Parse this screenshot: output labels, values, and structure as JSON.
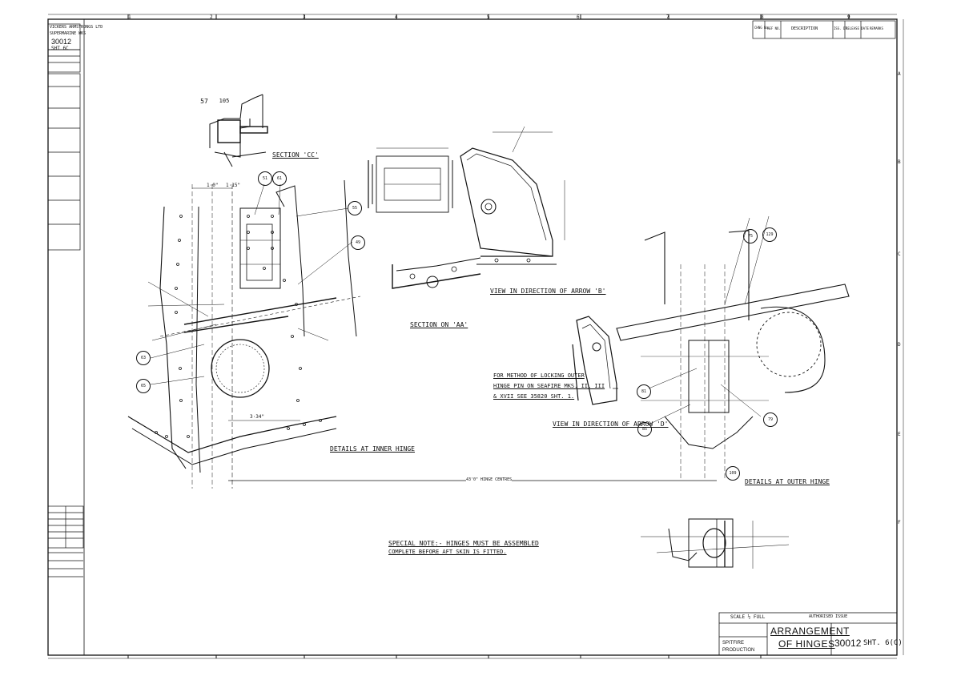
{
  "drawing": {
    "title_line1": "ARRANGEMENT",
    "title_line2": "OF HINGES",
    "drawing_number": "30012",
    "sheet": "SHT. 6(C)",
    "production": "SPITFIRE PRODUCTION",
    "scale": "SCALE ½ FULL",
    "authorised": "AUTHORISED ISSUE",
    "stamp_line1": "VICKERS ARMSTRONGS LTD",
    "stamp_line2": "SUPERMARINE WKS",
    "left_number": "30012",
    "left_sheet": "SHT 6C"
  },
  "revision_table": {
    "headers": [
      "CHNG No.",
      "REF NO.",
      "DESCRIPTION",
      "ISS. DT.",
      "RELEASE DATE",
      "REMARKS"
    ]
  },
  "border": {
    "top_columns": [
      "1",
      "2",
      "3",
      "4",
      "5",
      "6",
      "7",
      "8",
      "9"
    ],
    "side_rows": [
      "A",
      "B",
      "C",
      "D",
      "E",
      "F"
    ]
  },
  "views": {
    "section_cc": "SECTION 'CC'",
    "section_aa": "SECTION ON 'AA'",
    "view_arrow_b": "VIEW IN DIRECTION OF ARROW 'B'",
    "view_arrow_d": "VIEW IN DIRECTION OF ARROW 'D'",
    "inner_hinge": "DETAILS AT INNER HINGE",
    "outer_hinge": "DETAILS AT OUTER HINGE",
    "special_note_1": "SPECIAL NOTE:- HINGES MUST BE ASSEMBLED",
    "special_note_2": "COMPLETE BEFORE AFT SKIN IS FITTED.",
    "locking_note_1": "FOR METHOD OF LOCKING OUTER",
    "locking_note_2": "HINGE PIN ON SEAFIRE MKS. II, III",
    "locking_note_3": "& XVII SEE 35820 SHT. 1.",
    "hinge_centres": "43'0\" HINGE CENTRES",
    "dim_3_34": "3·34\"",
    "dim_1_0": "1·0\"",
    "dim_1_15": "1·15\""
  },
  "balloons": {
    "b57": "57",
    "b105": "105",
    "b51": "51",
    "b61": "61",
    "b55": "55",
    "b49": "49",
    "b63": "63",
    "b65": "65",
    "b75": "75",
    "b129": "129",
    "b81": "81",
    "b85": "85",
    "b79": "79",
    "b109": "109"
  }
}
